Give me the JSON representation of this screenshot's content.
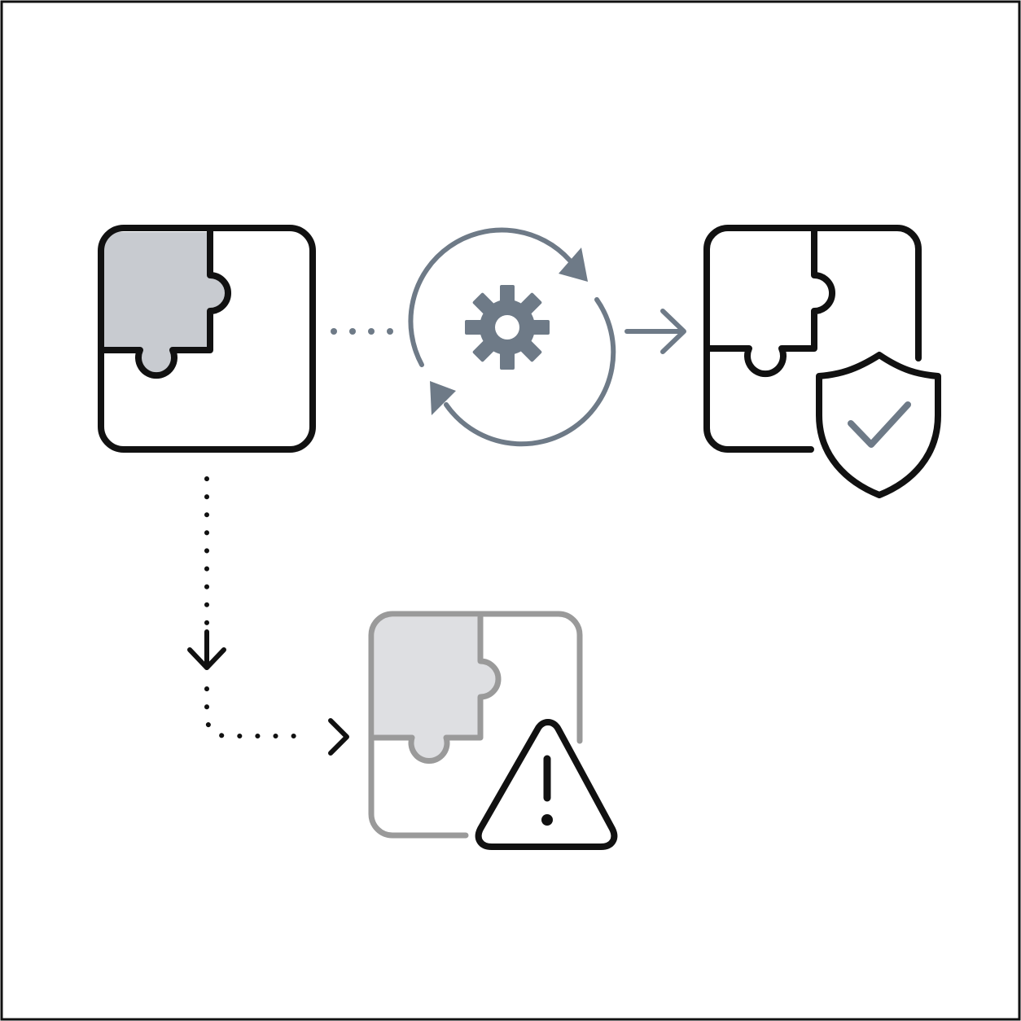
{
  "diagram": {
    "nodes": [
      {
        "id": "source-module",
        "icon": "puzzle-piece-icon",
        "state": "original"
      },
      {
        "id": "process",
        "icon": "gear-refresh-icon",
        "state": "processing"
      },
      {
        "id": "secured-module",
        "icon": "puzzle-piece-icon",
        "badge": "shield-check-icon",
        "state": "success"
      },
      {
        "id": "faded-module",
        "icon": "puzzle-piece-icon",
        "badge": "warning-triangle-icon",
        "state": "warning"
      }
    ],
    "connectors": [
      {
        "from": "source-module",
        "to": "process",
        "style": "dotted"
      },
      {
        "from": "process",
        "to": "secured-module",
        "style": "arrow"
      },
      {
        "from": "source-module",
        "to": "faded-module",
        "style": "dotted-arrow"
      }
    ]
  },
  "colors": {
    "background": "#ffffff",
    "border": "#111111",
    "ink": "#111111",
    "accent_gray": "#6e7a87",
    "fill_gray": "#c8cbd0",
    "faded_outline": "#9a9a9a",
    "faded_fill": "#dedfe2"
  }
}
